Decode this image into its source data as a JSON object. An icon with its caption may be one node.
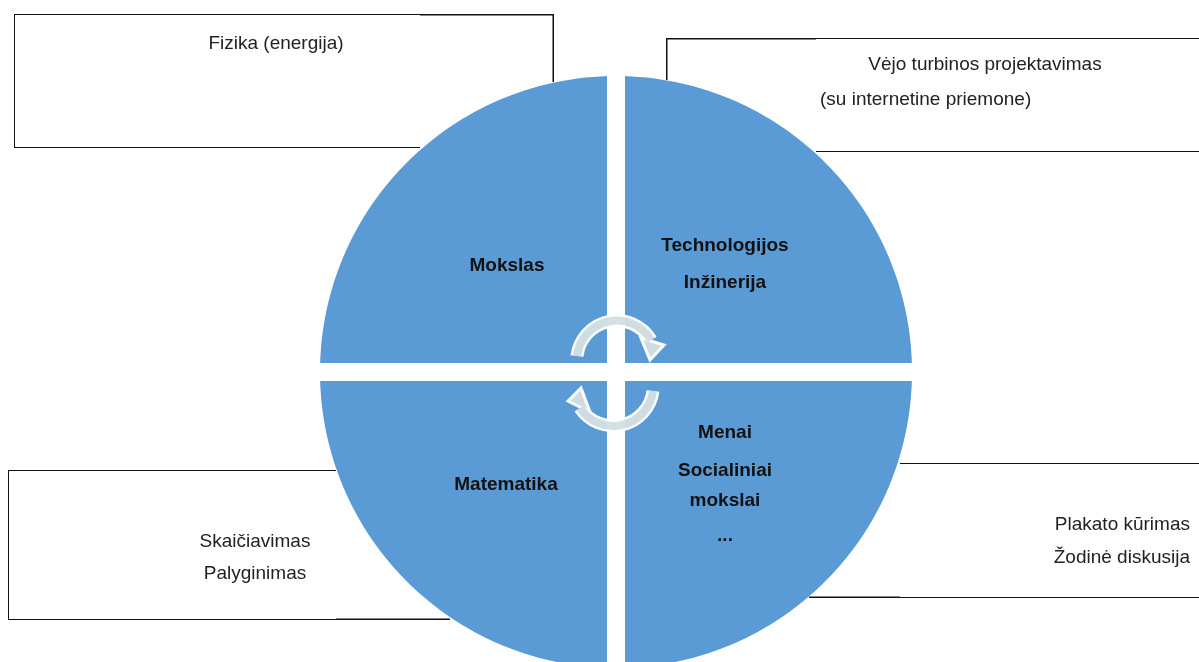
{
  "diagram": {
    "nodes": [
      {
        "text": [
          "Fizika (energija)"
        ]
      },
      {
        "text": [
          "Vėjo turbinos projektavimas",
          "(su internetine priemone)"
        ]
      },
      {
        "text": [
          "Mokslas"
        ]
      },
      {
        "text": [
          "Technologijos",
          "Inžinerija"
        ]
      },
      {
        "text": [
          "Matematika"
        ]
      },
      {
        "text": [
          "Menai",
          "Socialiniai mokslai",
          "..."
        ]
      },
      {
        "text": [
          "Skaičiavimas",
          "Palyginimas"
        ]
      },
      {
        "text": [
          "Plakato kūrimas",
          "Žodinė diskusija"
        ]
      }
    ]
  }
}
